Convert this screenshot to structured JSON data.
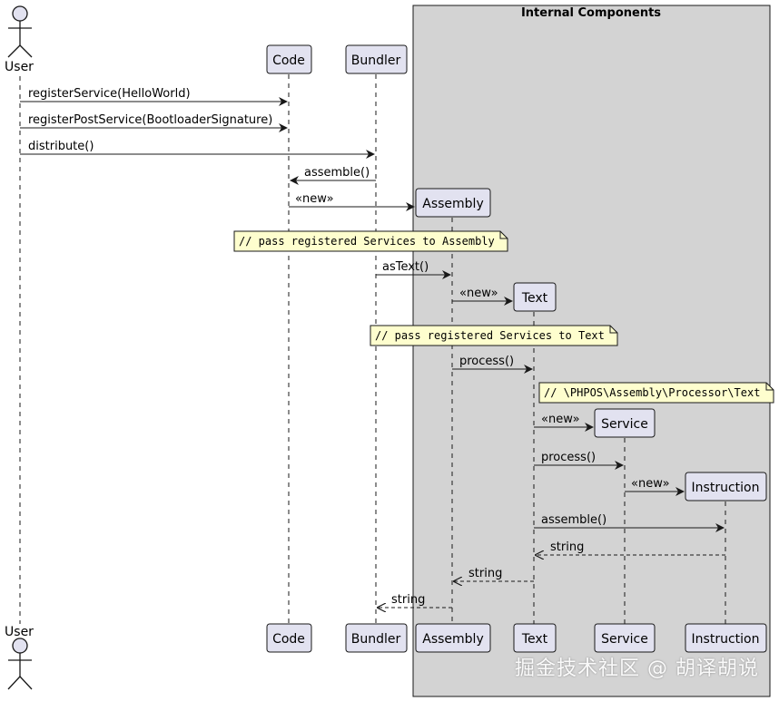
{
  "group": {
    "title": "Internal Components"
  },
  "actors": {
    "user": "User",
    "code": "Code",
    "bundler": "Bundler",
    "assembly": "Assembly",
    "text": "Text",
    "service": "Service",
    "instruction": "Instruction"
  },
  "messages": [
    {
      "from": "user",
      "to": "code",
      "label": "registerService(HelloWorld)",
      "style": "solid"
    },
    {
      "from": "user",
      "to": "code",
      "label": "registerPostService(BootloaderSignature)",
      "style": "solid"
    },
    {
      "from": "user",
      "to": "bundler",
      "label": "distribute()",
      "style": "solid"
    },
    {
      "from": "bundler",
      "to": "code",
      "label": "assemble()",
      "style": "solid"
    },
    {
      "from": "code",
      "to": "assembly",
      "label": "«new»",
      "style": "create"
    },
    {
      "from": "bundler",
      "to": "assembly",
      "label": "asText()",
      "style": "solid"
    },
    {
      "from": "assembly",
      "to": "text",
      "label": "«new»",
      "style": "create"
    },
    {
      "from": "assembly",
      "to": "text",
      "label": "process()",
      "style": "solid"
    },
    {
      "from": "text",
      "to": "service",
      "label": "«new»",
      "style": "create"
    },
    {
      "from": "text",
      "to": "service",
      "label": "process()",
      "style": "solid"
    },
    {
      "from": "service",
      "to": "instruction",
      "label": "«new»",
      "style": "create"
    },
    {
      "from": "text",
      "to": "instruction",
      "label": "assemble()",
      "style": "solid"
    },
    {
      "from": "instruction",
      "to": "text",
      "label": "string",
      "style": "dashed"
    },
    {
      "from": "text",
      "to": "assembly",
      "label": "string",
      "style": "dashed"
    },
    {
      "from": "assembly",
      "to": "bundler",
      "label": "string",
      "style": "dashed"
    }
  ],
  "notes": [
    "// pass registered Services to Assembly",
    "// pass registered Services to Text",
    "// \\PHPOS\\Assembly\\Processor\\Text"
  ],
  "watermark": "掘金技术社区 @ 胡译胡说",
  "colors": {
    "participant_fill": "#e2e2f0",
    "participant_stroke": "#181818",
    "group_fill": "#d3d3d3",
    "note_fill": "#fefece",
    "line": "#181818"
  }
}
